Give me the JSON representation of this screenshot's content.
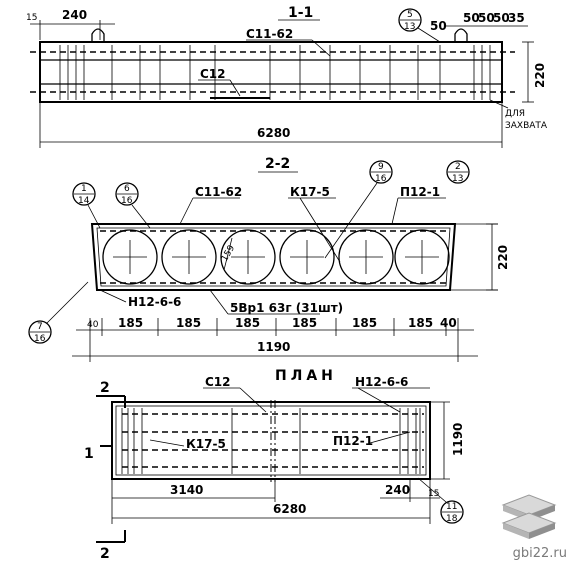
{
  "section_1_1": {
    "title": "1-1",
    "dims_top": [
      "15",
      "240",
      "50",
      "50",
      "50",
      "50",
      "35"
    ],
    "bubble": {
      "top": "5",
      "bottom": "13"
    },
    "labels": [
      "С11-62",
      "С12"
    ],
    "height": "220",
    "grip_note": [
      "ДЛЯ",
      "ЗАХВАТА"
    ],
    "length": "6280"
  },
  "section_2_2": {
    "title": "2-2",
    "labels": [
      "С11-62",
      "К17-5",
      "П12-1",
      "Н12-6-6",
      "5Вр1 63г (31шт)"
    ],
    "diameter": "159",
    "height": "220",
    "bubbles": [
      {
        "top": "1",
        "bottom": "14"
      },
      {
        "top": "6",
        "bottom": "16"
      },
      {
        "top": "9",
        "bottom": "16"
      },
      {
        "top": "2",
        "bottom": "13"
      },
      {
        "top": "7",
        "bottom": "16"
      }
    ],
    "spacing": [
      "40",
      "185",
      "185",
      "185",
      "185",
      "185",
      "185",
      "40"
    ],
    "width": "1190"
  },
  "plan": {
    "title": "ПЛАН",
    "labels": [
      "С12",
      "Н12-6-6",
      "К17-5",
      "П12-1"
    ],
    "cut_mark": "2",
    "side_mark": "1",
    "dims": [
      "3140",
      "6280",
      "240",
      "15"
    ],
    "height": "1190",
    "bubble": {
      "top": "11",
      "bottom": "18"
    }
  },
  "watermark": {
    "text": "gbi22.ru",
    "icon": "stacked-slabs-logo"
  }
}
